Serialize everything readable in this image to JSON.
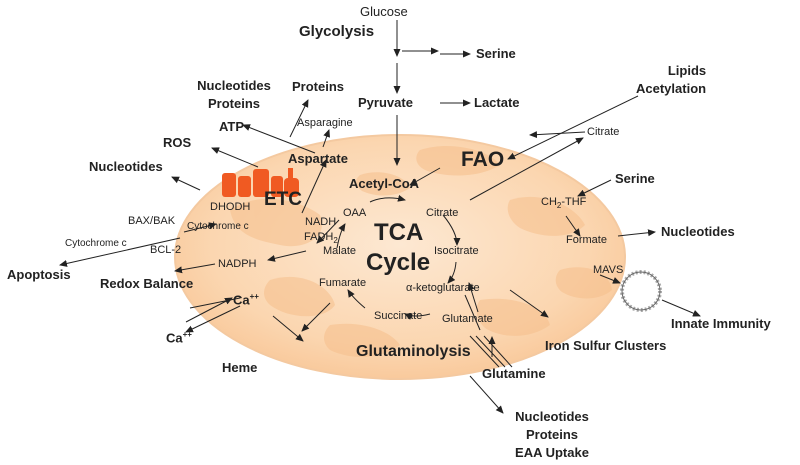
{
  "labels": {
    "glucose": "Glucose",
    "glycolysis": "Glycolysis",
    "serine_top": "Serine",
    "pyruvate": "Pyruvate",
    "lactate": "Lactate",
    "lipids": "Lipids",
    "acetylation": "Acetylation",
    "nucleotides_proteins_1": "Nucleotides",
    "nucleotides_proteins_2": "Proteins",
    "proteins": "Proteins",
    "asparagine": "Asparagine",
    "atp": "ATP",
    "ros": "ROS",
    "aspartate": "Aspartate",
    "citrate_out": "Citrate",
    "fao": "FAO",
    "nucleotides_left": "Nucleotides",
    "etc": "ETC",
    "acetyl_coa": "Acetyl-CoA",
    "serine_right": "Serine",
    "dhodh": "DHODH",
    "ch2thf_prefix": "CH",
    "ch2thf_sub": "2",
    "ch2thf_suffix": "-THF",
    "bax_bak": "BAX/BAK",
    "cytochrome_c_in": "Cytochrome c",
    "cytochrome_c_out": "Cytochrome c",
    "bcl2": "BCL-2",
    "nadh": "NADH",
    "fadh2_prefix": "FADH",
    "fadh2_sub": "2",
    "oaa": "OAA",
    "citrate_in": "Citrate",
    "tca": "TCA",
    "cycle": "Cycle",
    "formate": "Formate",
    "nucleotides_right": "Nucleotides",
    "malate": "Malate",
    "isocitrate": "Isocitrate",
    "nadph": "NADPH",
    "apoptosis": "Apoptosis",
    "redox_balance": "Redox Balance",
    "mavs": "MAVS",
    "fumarate": "Fumarate",
    "akg": "α-ketoglutarate",
    "ca_in": "Ca",
    "ca_in_sup": "++",
    "ca_out": "Ca",
    "ca_out_sup": "++",
    "succinate": "Succinate",
    "glutamate": "Glutamate",
    "innate_immunity": "Innate Immunity",
    "iron_sulfur": "Iron Sulfur Clusters",
    "glutaminolysis": "Glutaminolysis",
    "heme": "Heme",
    "glutamine": "Glutamine",
    "bottom_1": "Nucleotides",
    "bottom_2": "Proteins",
    "bottom_3": "EAA Uptake"
  },
  "colors": {
    "mito_fill": "#fbd9b5",
    "mito_inner": "#f6c08e",
    "etc_orange": "#f05a22",
    "text": "#222222",
    "arrow": "#222222"
  }
}
